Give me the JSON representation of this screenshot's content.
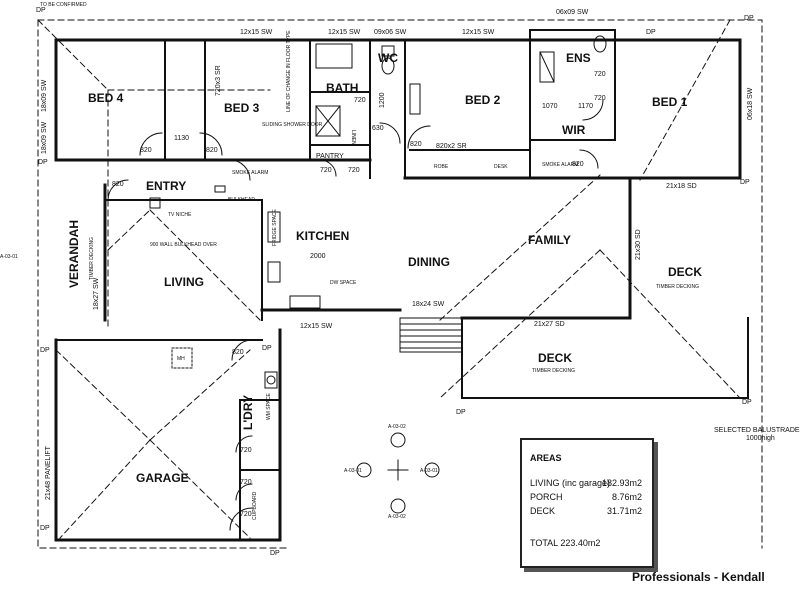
{
  "header_note": "TO BE CONFIRMED",
  "rooms": {
    "bed4": "BED 4",
    "bed3": "BED 3",
    "bath": "BATH",
    "wc": "WC",
    "ens": "ENS",
    "bed2": "BED 2",
    "bed1": "BED 1",
    "wir": "WIR",
    "pantry": "PANTRY",
    "robe": "ROBE",
    "desk": "DESK",
    "linen": "LINEN",
    "entry": "ENTRY",
    "kitchen": "KITCHEN",
    "dining": "DINING",
    "family": "FAMILY",
    "living": "LIVING",
    "verandah": "VERANDAH",
    "verandah_sub": "TIMBER DECKING",
    "deck": "DECK",
    "deck_sub": "TIMBER DECKING",
    "garage": "GARAGE",
    "laundry": "L'DRY",
    "cupboard": "CUPBOARD",
    "wm_space": "WM SPACE",
    "dw_space": "DW SPACE",
    "fridge_space": "FRIDGE SPACE",
    "tv_niche": "TV NICHE",
    "bulkhead": "BULKHEAD",
    "smoke_alarm": "SMOKE ALARM",
    "mh": "MH",
    "line_change": "LINE OF CHANGE IN FLOOR TYPE",
    "sliding_door": "SLIDING SHOWER DOOR",
    "wall_note": "900 WALL BULKHEAD OVER"
  },
  "dims": {
    "bed4_a": "18x09 SW",
    "bed4_b": "18x09 SW",
    "bed3_win": "12x15 SW",
    "bath_win": "12x15 SW",
    "wc_win": "09x06 SW",
    "bed2_win": "12x15 SW",
    "ens_win": "06x09 SW",
    "bed1_side": "06x18 SW",
    "bed3_sr": "720x3 SR",
    "robe_sr": "820x2 SR",
    "d1130": "1130",
    "d820": "820",
    "d720": "720",
    "d1200": "1200",
    "d630": "630",
    "d1070": "1070",
    "d1170": "1170",
    "d2000": "2000",
    "verandah_sw": "18x27 SW",
    "dining_sw": "18x24 SW",
    "kitchen_sw": "12x15 SW",
    "family_sd": "21x18 SD",
    "deck_sd_a": "21x30 SD",
    "deck_sd_b": "21x27 SD",
    "garage_pl": "21x48 PANELIFT",
    "dp": "DP",
    "balustrade": "SELECTED BALUSTRADE",
    "balustrade_h": "1000high",
    "marker_a": "A-03-01",
    "marker_b": "A-03-02"
  },
  "areas": {
    "title": "AREAS",
    "rows": [
      {
        "label": "LIVING (inc garage)",
        "value": "182.93m2"
      },
      {
        "label": "PORCH",
        "value": "8.76m2"
      },
      {
        "label": "DECK",
        "value": "31.71m2"
      }
    ],
    "total": "TOTAL 223.40m2"
  },
  "credit": "Professionals - Kendall"
}
